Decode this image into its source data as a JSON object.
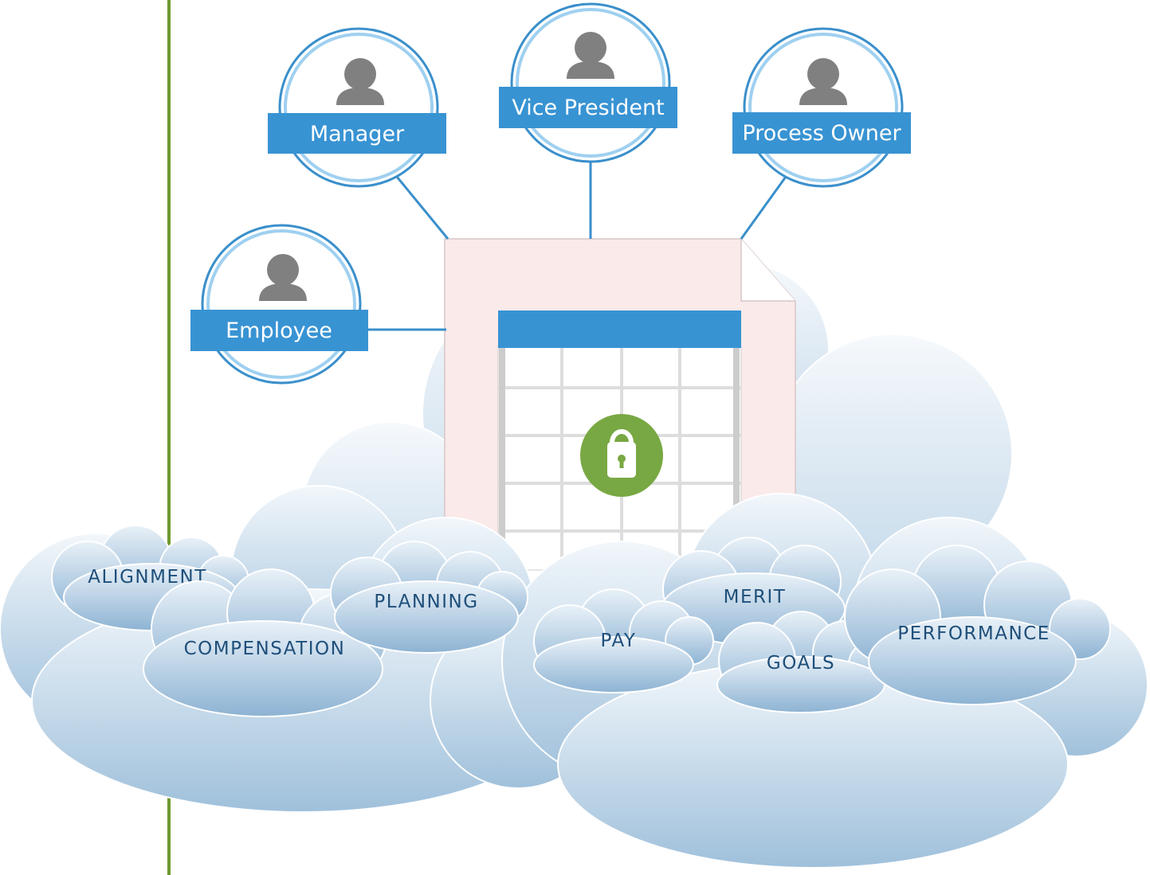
{
  "roles": {
    "manager": "Manager",
    "vice_president": "Vice President",
    "process_owner": "Process Owner",
    "employee": "Employee"
  },
  "clouds": {
    "alignment": "ALIGNMENT",
    "planning": "PLANNING",
    "compensation": "COMPENSATION",
    "pay": "PAY",
    "merit": "MERIT",
    "goals": "GOALS",
    "performance": "PERFORMANCE"
  },
  "colors": {
    "role_blue": "#3893d3",
    "ring_light": "#9fd0f0",
    "connector": "#3a8fcb",
    "lock_green": "#78a843",
    "divider_green": "#6e9a2e",
    "cloud_text": "#1f4f7a"
  },
  "icons": {
    "person": "person-icon",
    "lock": "lock-icon"
  }
}
